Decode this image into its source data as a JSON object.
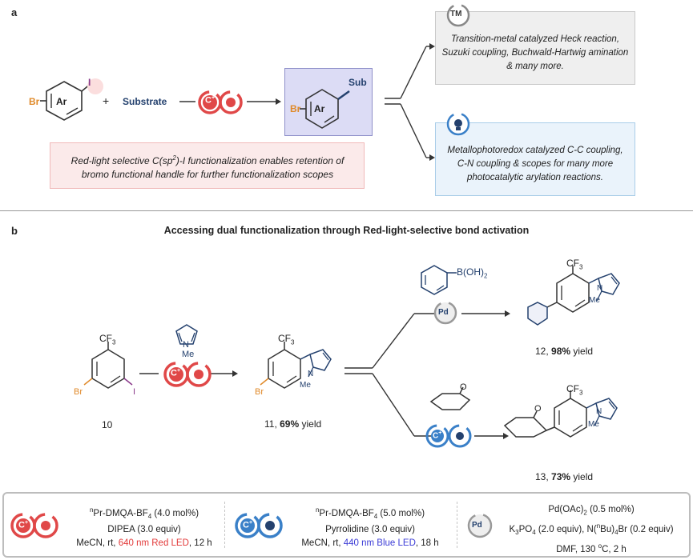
{
  "panel_a": {
    "letter": "a",
    "reactant_br": "Br",
    "reactant_ar": "Ar",
    "reactant_i": "I",
    "plus": "+",
    "substrate": "Substrate",
    "catalyst_symbol": "C",
    "catalyst_sup": "+",
    "product_sub": "Sub",
    "product_br": "Br",
    "product_ar": "Ar",
    "tm_badge": "TM",
    "tm_text_1": "Transition-metal catalyzed Heck reaction,",
    "tm_text_2": "Suzuki coupling, Buchwald-Hartwig amination",
    "tm_text_3": "& many more.",
    "photo_text_1": "Metallophotoredox catalyzed C-C coupling,",
    "photo_text_2": "C-N coupling & scopes for many more",
    "photo_text_3": "photocatalytic arylation reactions.",
    "red_text_1a": "Red-light selective C(sp",
    "red_text_1b": "2",
    "red_text_1c": ")-I functionalization enables retention of",
    "red_text_2": "bromo functional handle for further functionalization scopes"
  },
  "panel_b": {
    "letter": "b",
    "title": "Accessing dual functionalization through Red-light-selective bond activation",
    "cf3": "CF3",
    "br": "Br",
    "i": "I",
    "n": "N",
    "me": "Me",
    "b_oh_2": "B(OH)2",
    "pd": "Pd",
    "o": "O",
    "compound_10": "10",
    "compound_11_num": "11, ",
    "compound_11_yield": "69%",
    "compound_11_suffix": " yield",
    "compound_12_num": "12, ",
    "compound_12_yield": "98%",
    "compound_12_suffix": " yield",
    "compound_13_num": "13, ",
    "compound_13_yield": "73%",
    "compound_13_suffix": " yield"
  },
  "conditions": {
    "red": {
      "line1_sup": "n",
      "line1": "Pr-DMQA-BF",
      "line1_sub": "4",
      "line1_end": " (4.0 mol%)",
      "line2": "DIPEA (3.0 equiv)",
      "line3_a": "MeCN, rt, ",
      "line3_light": "640 nm Red LED",
      "line3_b": ", 12 h"
    },
    "blue": {
      "line1_sup": "n",
      "line1": "Pr-DMQA-BF",
      "line1_sub": "4",
      "line1_end": " (5.0 mol%)",
      "line2": "Pyrrolidine (3.0 equiv)",
      "line3_a": "MeCN, rt, ",
      "line3_light": "440 nm Blue LED",
      "line3_b": ", 18 h"
    },
    "pd": {
      "line1": "Pd(OAc)",
      "line1_sub": "2",
      "line1_end": " (0.5 mol%)",
      "line2_a": "K",
      "line2_sub1": "3",
      "line2_b": "PO",
      "line2_sub2": "4",
      "line2_c": " (2.0 equiv), N(",
      "line2_sup": "n",
      "line2_d": "Bu)",
      "line2_sub3": "4",
      "line2_e": "Br (0.2 equiv)",
      "line3_a": "DMF, 130 ",
      "line3_sup": "o",
      "line3_b": "C, 2 h"
    }
  },
  "colors": {
    "red_accent": "#e04848",
    "blue_accent": "#3a80c8",
    "navy": "#24416e",
    "orange_br": "#e08a2a",
    "purple_i": "#8a3a8a"
  }
}
